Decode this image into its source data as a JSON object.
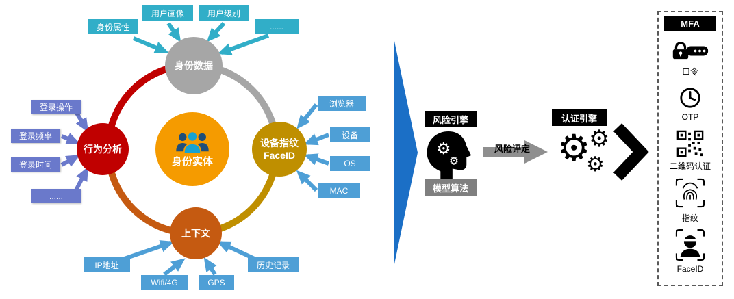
{
  "diagram": {
    "center_label": "身份实体",
    "node_top": "身份数据",
    "node_left": "行为分析",
    "node_right_line1": "设备指纹",
    "node_right_line2": "FaceID",
    "node_bottom": "上下文",
    "top_tags": [
      "身份属性",
      "用户画像",
      "用户级别",
      "......"
    ],
    "left_tags": [
      "登录操作",
      "登录频率",
      "登录时间",
      "......"
    ],
    "right_tags": [
      "浏览器",
      "设备",
      "OS",
      "MAC"
    ],
    "bottom_tags": [
      "IP地址",
      "Wifi/4G",
      "GPS",
      "历史记录"
    ]
  },
  "pipeline": {
    "risk_engine": "风险引擎",
    "model_algorithm": "模型算法",
    "risk_assessment": "风险评定",
    "auth_engine": "认证引擎",
    "risk_icon": "head-with-gears-icon",
    "auth_icon": "gears-icon"
  },
  "mfa": {
    "title": "MFA",
    "items": [
      {
        "label": "口令",
        "icon": "password-lock-icon"
      },
      {
        "label": "OTP",
        "icon": "otp-clock-icon"
      },
      {
        "label": "二维码认证",
        "icon": "qrcode-icon"
      },
      {
        "label": "指纹",
        "icon": "fingerprint-icon"
      },
      {
        "label": "FaceID",
        "icon": "faceid-icon"
      }
    ]
  },
  "colors": {
    "teal": "#31AEC8",
    "purple": "#6A79CB",
    "blue": "#4E9FD6",
    "ring_red": "#C00000",
    "ring_gray": "#A6A6A6",
    "ring_olive": "#BF8F00",
    "ring_rust": "#C55A11",
    "center_orange": "#F59B00",
    "big_arrow_blue": "#1B6FC6",
    "engine_black": "#000000",
    "label_gray": "#7F7F7F",
    "flow_arrow_gray": "#8F8F8F"
  }
}
